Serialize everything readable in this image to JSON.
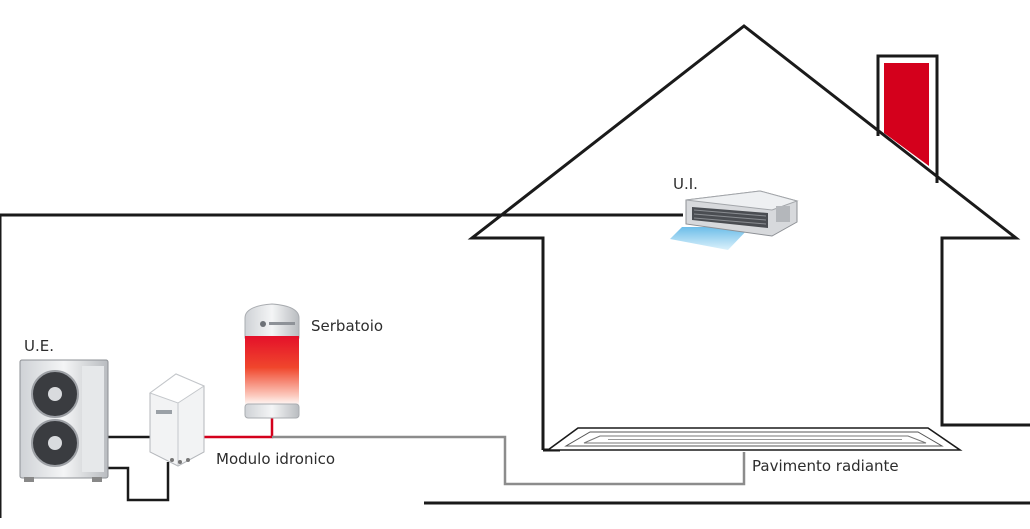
{
  "labels": {
    "outdoor_unit": "U.E.",
    "indoor_unit": "U.I.",
    "tank": "Serbatoio",
    "hydronic_module": "Modulo idronico",
    "floor_heating": "Pavimento radiante"
  },
  "colors": {
    "outline": "#1a1a1a",
    "hot_pipe": "#d4001c",
    "water_pipe": "#8c8c8c",
    "chimney": "#d4001c",
    "airflow": "#7cc8ee"
  }
}
